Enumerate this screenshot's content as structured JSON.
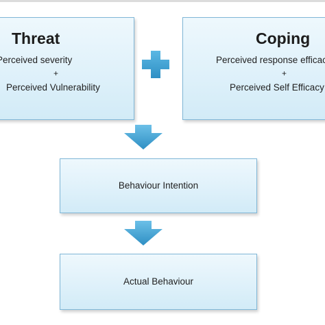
{
  "threat": {
    "title": "Threat",
    "line1": "Perceived severity",
    "plus": "+",
    "line2": "Perceived Vulnerability"
  },
  "coping": {
    "title": "Coping",
    "line1": "Perceived response efficacy",
    "plus": "+",
    "line2": "Perceived Self Efficacy"
  },
  "intention": {
    "label": "Behaviour Intention"
  },
  "actual": {
    "label": "Actual Behaviour"
  },
  "icons": {
    "plus": "plus-icon",
    "arrow": "down-arrow-icon"
  },
  "colors": {
    "box_fill": "#dff1fa",
    "box_border": "#7fb6d6",
    "connector": "#4aa8d8"
  }
}
